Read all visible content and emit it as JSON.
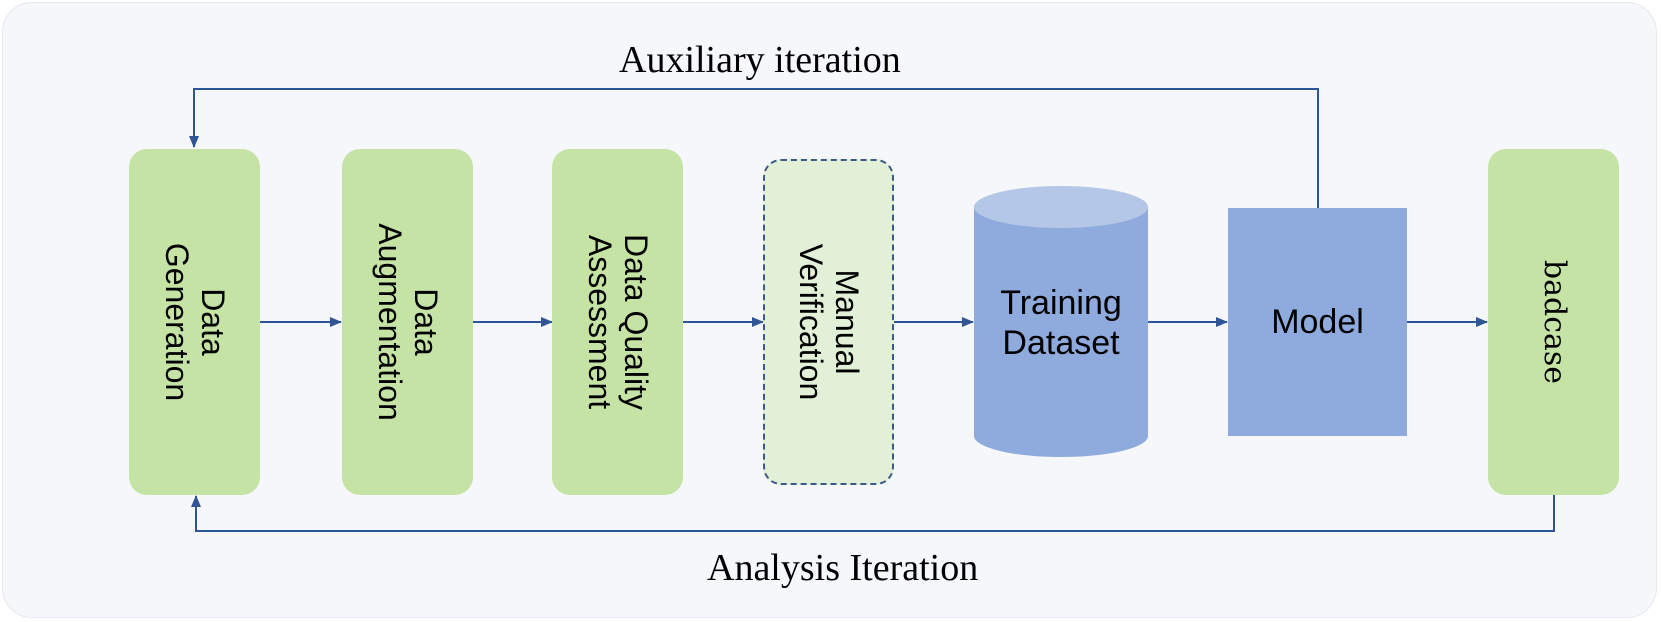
{
  "diagram": {
    "nodes": {
      "data_generation": "Data\nGeneration",
      "data_augmentation": "Data\nAugmentation",
      "data_quality_assessment": "Data Quality\nAssessment",
      "manual_verification": "Manual\nVerification",
      "training_dataset": "Training\nDataset",
      "model": "Model",
      "badcase": "badcase"
    },
    "loops": {
      "top": "Auxiliary iteration",
      "bottom": "Analysis Iteration"
    },
    "colors": {
      "stage_fill": "#c5e3a5",
      "manual_fill": "#e2f0d7",
      "dataset_body": "#8faadc",
      "dataset_top": "#b4c7e7",
      "model_fill": "#8faadc",
      "connector": "#2f5597",
      "background": "#f5f7fb"
    }
  }
}
